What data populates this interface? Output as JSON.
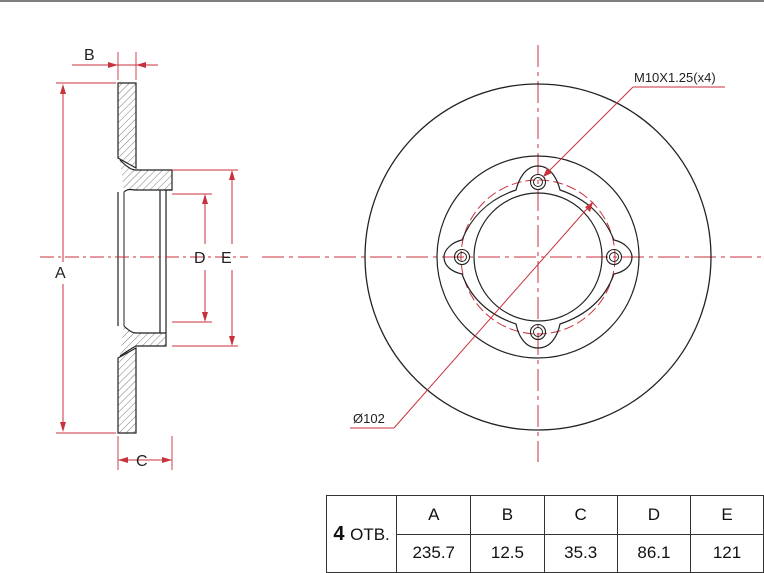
{
  "side_view": {
    "label_a": "A",
    "label_b": "B",
    "label_c": "C",
    "label_d": "D",
    "label_e": "E"
  },
  "front_view": {
    "thread_callout": "M10X1.25(x4)",
    "bolt_circle_callout": "Ø102"
  },
  "colors": {
    "outline": "#222222",
    "dimension": "#c8323c",
    "hatch": "#7a7a7a"
  },
  "table": {
    "holes_count": "4",
    "holes_suffix": "ОТВ.",
    "headers": [
      "A",
      "B",
      "C",
      "D",
      "E"
    ],
    "values": [
      "235.7",
      "12.5",
      "35.3",
      "86.1",
      "121"
    ]
  }
}
